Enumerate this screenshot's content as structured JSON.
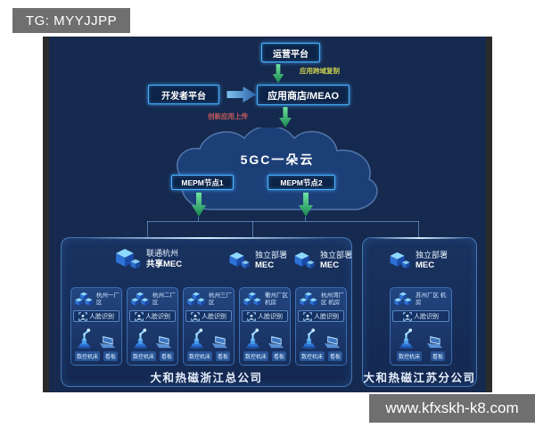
{
  "watermark_top": "TG: MYYJJPP",
  "watermark_bottom": "www.kfxskh-k8.com",
  "flow": {
    "ops_platform": "运营平台",
    "dev_platform": "开发者平台",
    "app_store": "应用商店/MEAO",
    "cross_domain_copy": "应用跨域复制",
    "innovative_upload": "创新应用上传"
  },
  "cloud": {
    "title": "5GC一朵云",
    "node1": "MEPM节点1",
    "node2": "MEPM节点2"
  },
  "left_panel": {
    "caption": "大和热磁浙江总公司",
    "groups": [
      {
        "line1": "联通杭州",
        "line2": "共享MEC"
      },
      {
        "line1": "独立部署",
        "line2": "MEC"
      },
      {
        "line1": "独立部署",
        "line2": "MEC"
      }
    ],
    "cards": [
      {
        "site": "杭州一厂区"
      },
      {
        "site": "杭州二厂区"
      },
      {
        "site": "杭州三厂区"
      },
      {
        "site": "衢州厂区 机房"
      },
      {
        "site": "杭州湾厂区 机房"
      }
    ]
  },
  "right_panel": {
    "caption": "大和热磁江苏分公司",
    "groups": [
      {
        "line1": "独立部署",
        "line2": "MEC"
      }
    ],
    "cards": [
      {
        "site": "苏州厂区 机房"
      }
    ]
  },
  "card_labels": {
    "face": "人脸识别",
    "machine": "数控机床",
    "board": "看板"
  },
  "colors": {
    "diagram_bg": "#16294e",
    "glow_border": "#49b4ff",
    "accent_green": "#2fae6e",
    "accent_blue": "#2f6fa8",
    "yellow_label": "#c9cf4f",
    "red_label": "#c25b5b",
    "watermark_bg": "#6f6f6f"
  }
}
